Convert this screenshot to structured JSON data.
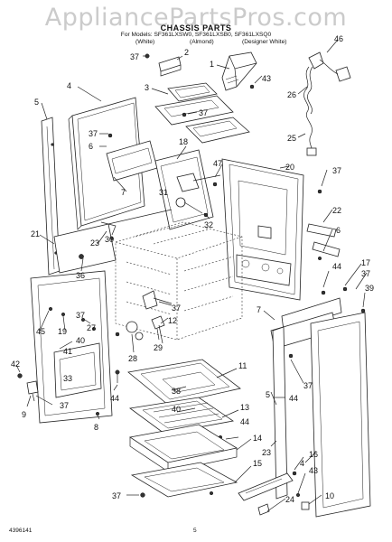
{
  "watermark": "AppliancePartsPros.com",
  "header": {
    "title": "CHASSIS PARTS",
    "models_line": "For Models: SF361LXSW0, SF361LXSB0, SF361LXSQ0",
    "variants": [
      "(White)",
      "(Almond)",
      "(Designer White)"
    ]
  },
  "callouts": [
    "1",
    "2",
    "3",
    "4",
    "5",
    "6",
    "7",
    "8",
    "9",
    "10",
    "11",
    "12",
    "13",
    "14",
    "15",
    "16",
    "17",
    "18",
    "19",
    "20",
    "21",
    "22",
    "23",
    "24",
    "25",
    "26",
    "27",
    "28",
    "29",
    "30",
    "31",
    "32",
    "33",
    "36",
    "37",
    "38",
    "39",
    "40",
    "41",
    "42",
    "43",
    "44",
    "45",
    "46",
    "47"
  ],
  "footer": {
    "doc_number": "4396141",
    "page_number": "5"
  }
}
